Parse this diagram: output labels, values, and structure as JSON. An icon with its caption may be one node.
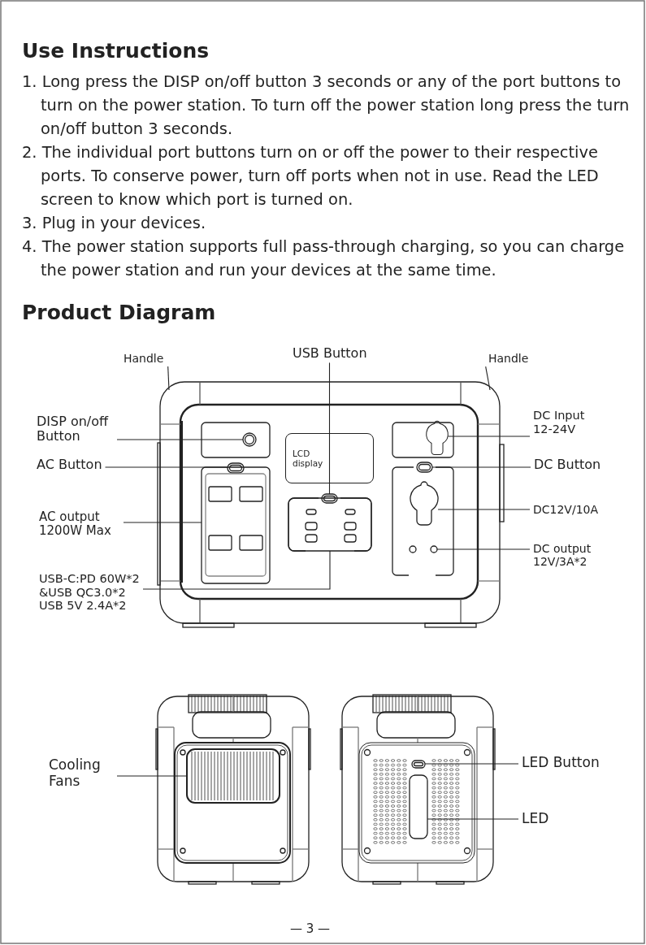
{
  "diagram": {
    "title": "Use Instructions",
    "nodes": [
      {
        "text": [
          "Handle"
        ]
      },
      {
        "text": [
          "USB Button"
        ]
      },
      {
        "text": [
          "Handle"
        ]
      },
      {
        "text": [
          "DISP on/off Button"
        ]
      },
      {
        "text": [
          "AC Button"
        ]
      },
      {
        "text": [
          "AC output 1200W Max"
        ]
      },
      {
        "text": [
          "USB-C:PD 60W*2 &USB QC3.0*2 USB 5V 2.4A*2"
        ]
      },
      {
        "text": [
          "LCD display"
        ]
      },
      {
        "text": [
          "DC Input 12-24V"
        ]
      },
      {
        "text": [
          "DC Button"
        ]
      },
      {
        "text": [
          "DC12V/10A"
        ]
      },
      {
        "text": [
          "DC output 12V/3A*2"
        ]
      },
      {
        "text": [
          "Cooling Fans"
        ]
      },
      {
        "text": [
          "LED Button"
        ]
      },
      {
        "text": [
          "LED"
        ]
      },
      {
        "text": [],
        "shape": "button"
      },
      {
        "text": [],
        "shape": "circle"
      },
      {
        "text": [],
        "shape": "button"
      },
      {
        "text": [],
        "shape": "box"
      },
      {
        "text": [],
        "shape": "box"
      },
      {
        "text": [],
        "shape": "socket"
      },
      {
        "text": [],
        "shape": "button"
      },
      {
        "text": [],
        "shape": "socket"
      },
      {
        "text": [],
        "shape": "circle"
      },
      {
        "text": [],
        "shape": "box"
      },
      {
        "text": [],
        "shape": "button"
      },
      {
        "text": [],
        "shape": "box"
      }
    ],
    "edges": [
      {
        "from": 0,
        "to": null,
        "arrow": "none"
      },
      {
        "from": 1,
        "to": 15,
        "arrow": "none"
      },
      {
        "from": 2,
        "to": null,
        "arrow": "none"
      },
      {
        "from": 3,
        "to": 16,
        "arrow": "none"
      },
      {
        "from": 4,
        "to": 17,
        "arrow": "none"
      },
      {
        "from": 5,
        "to": 18,
        "arrow": "none"
      },
      {
        "from": 6,
        "to": 19,
        "arrow": "none"
      },
      {
        "from": 8,
        "to": 20,
        "arrow": "none"
      },
      {
        "from": 9,
        "to": 21,
        "arrow": "none"
      },
      {
        "from": 10,
        "to": 22,
        "arrow": "none"
      },
      {
        "from": 11,
        "to": 23,
        "arrow": "none"
      },
      {
        "from": 12,
        "to": 24,
        "arrow": "none"
      },
      {
        "from": 13,
        "to": 25,
        "arrow": "none"
      },
      {
        "from": 14,
        "to": 26,
        "arrow": "none"
      }
    ],
    "labels": [
      "1. Long press the DISP on/off button 3 seconds or any of the port buttons to turn on the power station. To turn off the power station long press the turn on/off button 3 seconds.",
      "2. The individual port buttons turn on or off the power to their respective ports. To conserve power, turn off ports when not in use. Read the LED screen to know which port is turned on.",
      "3. Plug in your devices.",
      "4. The power station supports full pass-through charging, so you can charge the power station and run your devices at the same time.",
      "Product Diagram",
      "— 3 —"
    ]
  }
}
